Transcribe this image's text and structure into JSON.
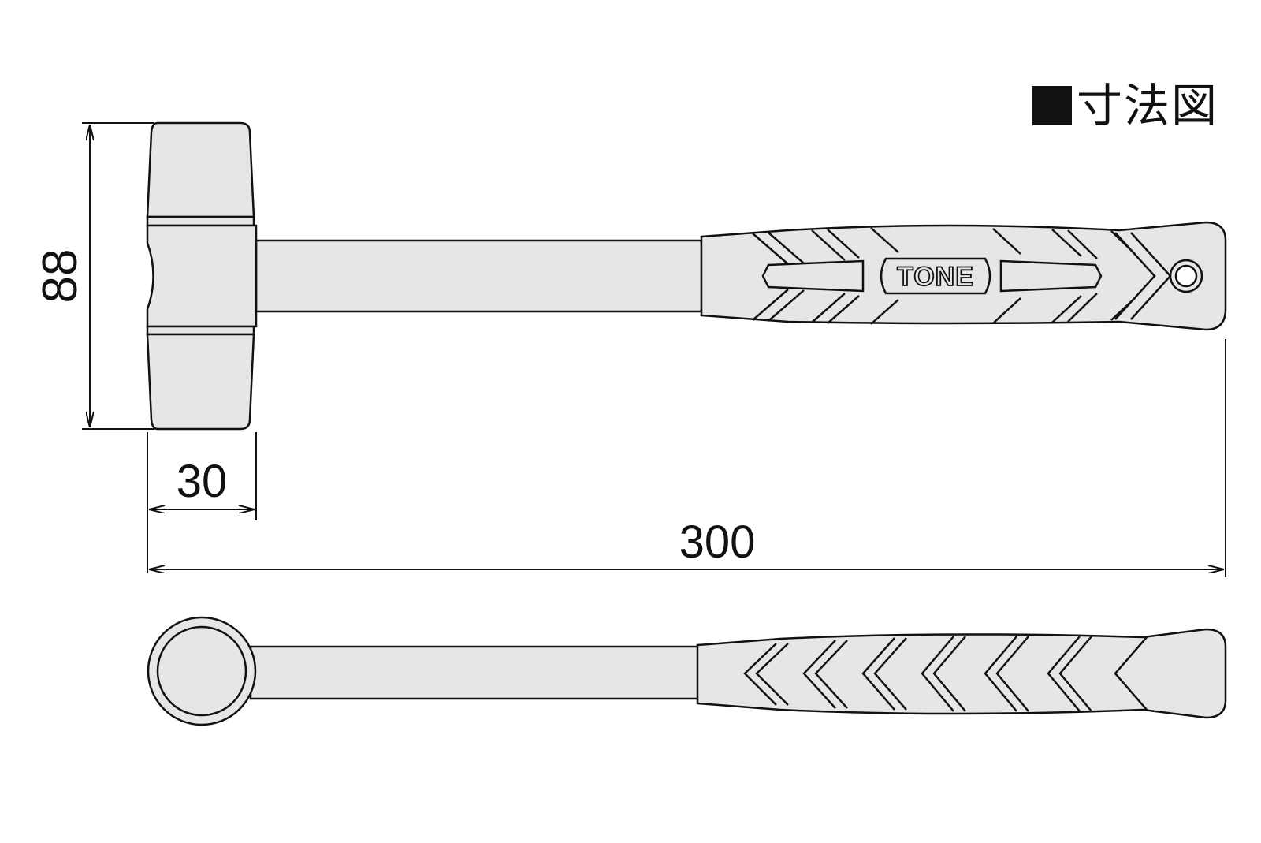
{
  "title": {
    "text": "寸法図"
  },
  "brand": {
    "logo": "TONE"
  },
  "dimensions": {
    "head_height": "88",
    "head_width": "30",
    "total_length": "300"
  },
  "colors": {
    "fill": "#e6e6e6",
    "stroke": "#111111",
    "background": "#ffffff"
  }
}
